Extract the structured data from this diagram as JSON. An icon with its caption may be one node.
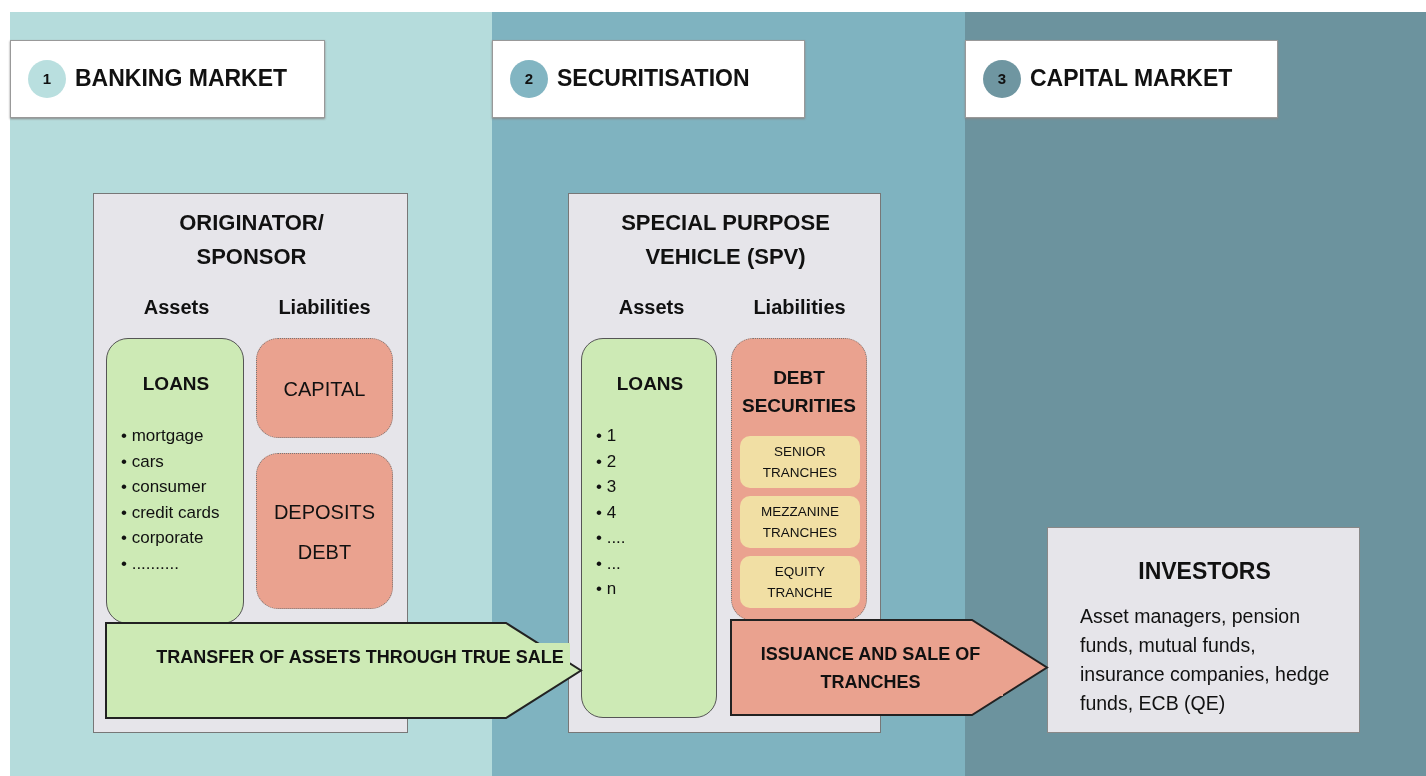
{
  "diagram": {
    "nodes": [
      {
        "text": [
          "1",
          "BANKING MARKET"
        ]
      },
      {
        "text": [
          "2",
          "SECURITISATION"
        ]
      },
      {
        "text": [
          "3",
          "CAPITAL MARKET"
        ]
      },
      {
        "text": [
          "ORIGINATOR/ SPONSOR",
          "Assets",
          "Liabilities"
        ]
      },
      {
        "text": [
          "LOANS",
          "• mortgage",
          "• cars",
          "• consumer",
          "• credit cards",
          "• corporate",
          "• .........."
        ],
        "in": 3
      },
      {
        "text": [
          "CAPITAL"
        ],
        "in": 3
      },
      {
        "text": [
          "DEPOSITS",
          "DEBT"
        ],
        "in": 3
      },
      {
        "text": [
          "SPECIAL PURPOSE VEHICLE (SPV)",
          "Assets",
          "Liabilities"
        ]
      },
      {
        "text": [
          "LOANS",
          "• 1",
          "• 2",
          "• 3",
          "• 4",
          "• ....",
          "• ...",
          "• n"
        ],
        "in": 7
      },
      {
        "text": [
          "DEBT SECURITIES"
        ],
        "in": 7
      },
      {
        "text": [
          "SENIOR TRANCHES"
        ],
        "in": 9
      },
      {
        "text": [
          "MEZZANINE TRANCHES"
        ],
        "in": 9
      },
      {
        "text": [
          "EQUITY TRANCHE"
        ],
        "in": 9
      },
      {
        "text": [
          "INVESTORS",
          "Asset managers, pension funds, mutual funds, insurance companies, hedge funds, ECB (QE)"
        ]
      }
    ],
    "edges": [
      {
        "from": 4,
        "to": 8,
        "arrow": "to",
        "label": "TRANSFER OF ASSETS THROUGH TRUE SALE",
        "color": "#cdeab5"
      },
      {
        "from": 9,
        "to": 13,
        "arrow": "to",
        "label": "ISSUANCE AND SALE OF TRANCHES",
        "color": "#eaa28f"
      }
    ]
  }
}
